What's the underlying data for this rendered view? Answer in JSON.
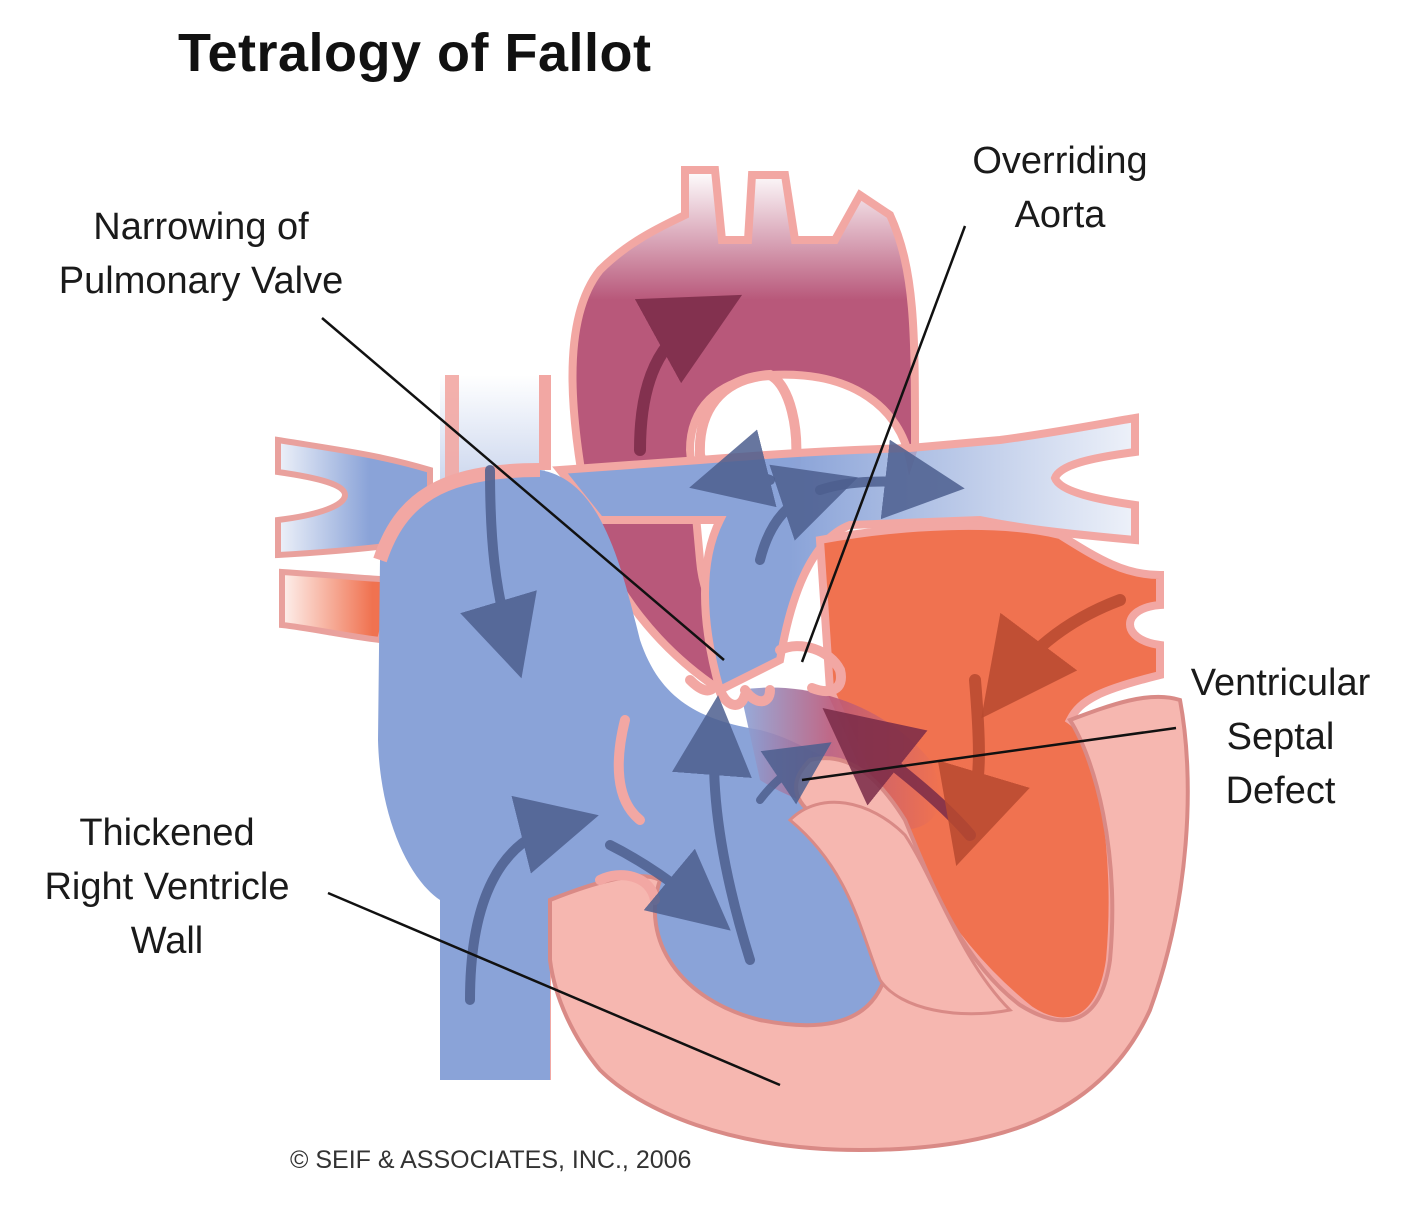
{
  "title": "Tetralogy of Fallot",
  "labels": {
    "pulmonary_valve": [
      "Narrowing of",
      "Pulmonary Valve"
    ],
    "aorta": [
      "Overriding",
      "Aorta"
    ],
    "vsd": [
      "Ventricular",
      "Septal",
      "Defect"
    ],
    "right_ventricle": [
      "Thickened",
      "Right Ventricle",
      "Wall"
    ]
  },
  "copyright": "© SEIF & ASSOCIATES, INC., 2006",
  "colors": {
    "deoxygenated_blue": "#8aa3d8",
    "oxygenated_red": "#f07250",
    "aorta_purple": "#b8587a",
    "muscle_pink": "#f6b7b0",
    "wall_outline": "#d98a86",
    "arrow_blue": "#4d5f8f",
    "arrow_purple": "#7a2b48",
    "arrow_red": "#b84a30"
  }
}
